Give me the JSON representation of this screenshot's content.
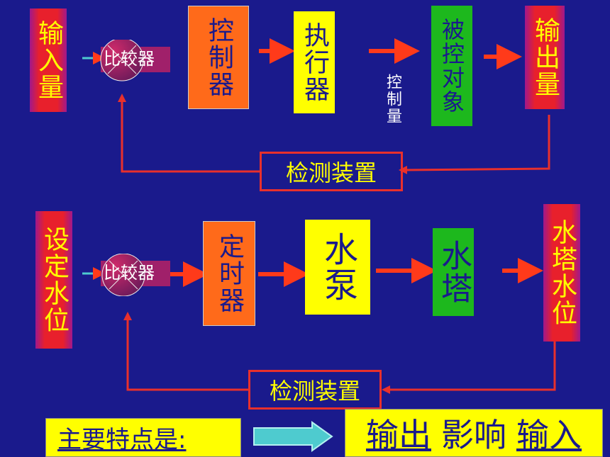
{
  "top": {
    "input": "输入量",
    "comparator": "比较器",
    "controller": "控制器",
    "actuator": "执行器",
    "control_quantity": "控制量",
    "plant": "被控对象",
    "output": "输出量",
    "detector": "检测装置"
  },
  "bottom": {
    "input": "设定水位",
    "comparator": "比较器",
    "controller": "定时器",
    "actuator": "水泵",
    "plant": "水塔",
    "output": "水塔水位",
    "detector": "检测装置"
  },
  "summary": {
    "label": "主要特点是:",
    "w1": "输出",
    "w2": "影响",
    "w3": "输入"
  },
  "colors": {
    "background": "#1a1a8c",
    "arrow": "#ff3a1a",
    "feedback_line": "#e8302c",
    "summary_arrow": "#4ecbcf"
  }
}
